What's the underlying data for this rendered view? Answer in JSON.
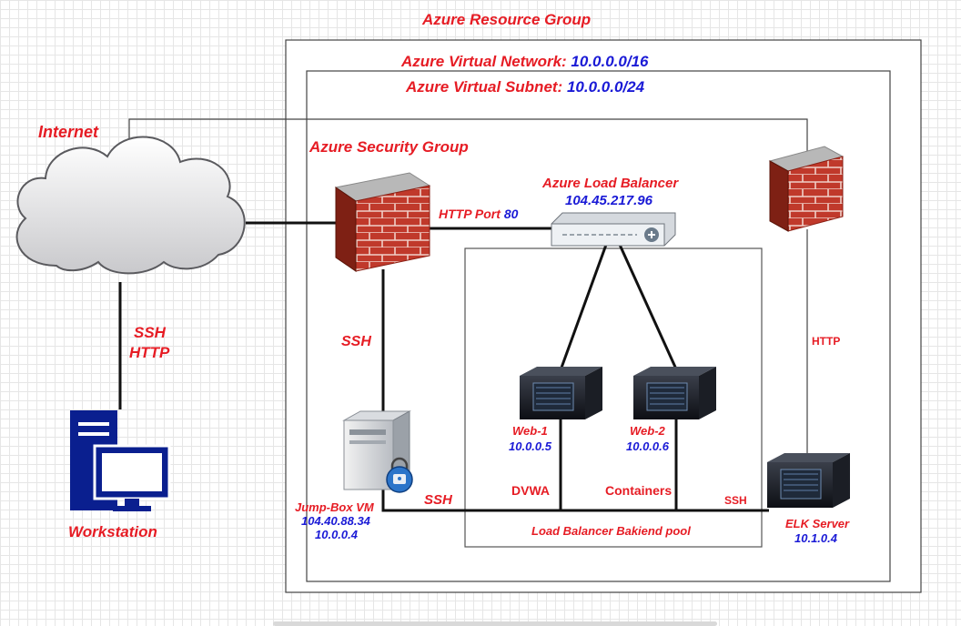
{
  "titles": {
    "resource_group": "Azure Resource Group",
    "vnet_label": "Azure Virtual Network:",
    "vnet_cidr": "10.0.0.0/16",
    "subnet_label": "Azure Virtual Subnet:",
    "subnet_cidr": "10.0.0.0/24",
    "internet": "Internet",
    "security_group": "Azure Security Group"
  },
  "load_balancer": {
    "name": "Azure Load Balancer",
    "ip": "104.45.217.96"
  },
  "links": {
    "http_port_label": "HTTP Port ",
    "http_port_number": "80",
    "ssh_jump": "SSH",
    "ssh_bottom": "SSH",
    "ssh_small": "SSH",
    "http_elk": "HTTP",
    "workstation_ssh": "SSH",
    "workstation_http": "HTTP",
    "dvwa": "DVWA",
    "containers": "Containers"
  },
  "nodes": {
    "web1": {
      "name": "Web-1",
      "ip": "10.0.0.5"
    },
    "web2": {
      "name": "Web-2",
      "ip": "10.0.0.6"
    },
    "jumpbox": {
      "name": "Jump-Box VM",
      "public_ip": "104.40.88.34",
      "private_ip": "10.0.0.4"
    },
    "elk": {
      "name": "ELK Server",
      "ip": "10.1.0.4"
    },
    "workstation": {
      "name": "Workstation"
    }
  },
  "backend_pool": "Load Balancer Bakiend pool",
  "colors": {
    "red": "#e61c24",
    "blue": "#1a1ad6",
    "border": "#444444",
    "workstation_blue": "#0a1f8f"
  },
  "icons": [
    "cloud-icon",
    "firewall-icon",
    "load-balancer-icon",
    "server-icon",
    "vm-icon",
    "lock-icon",
    "workstation-icon"
  ]
}
